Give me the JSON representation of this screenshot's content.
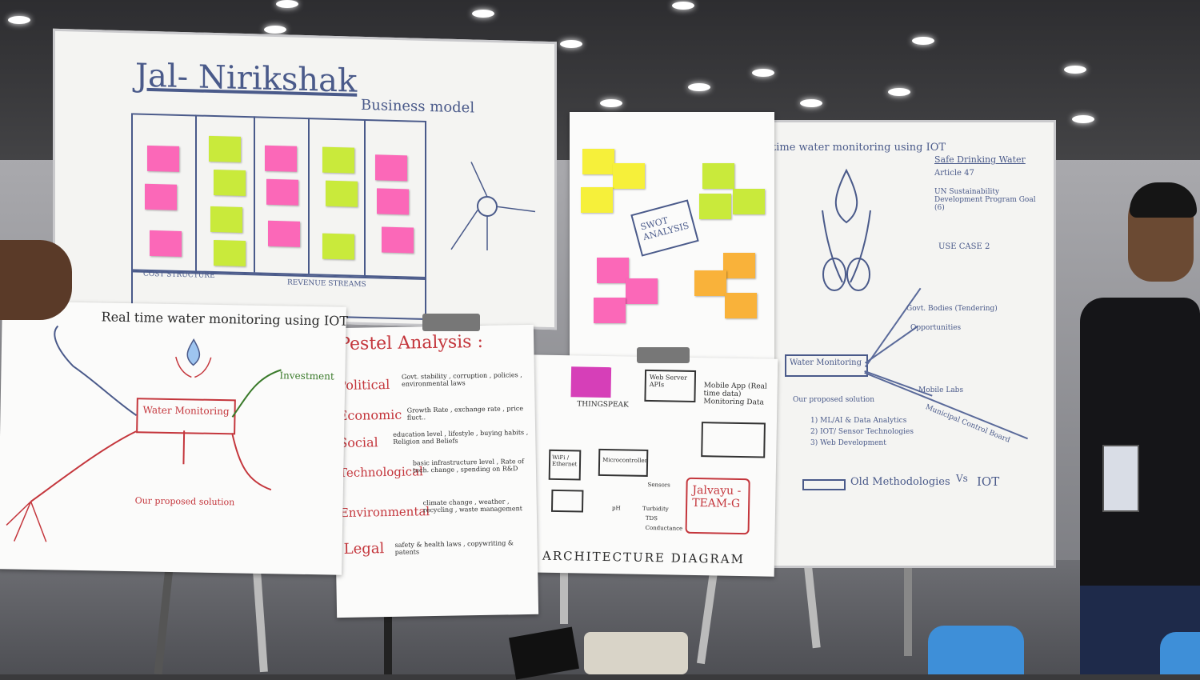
{
  "boards": {
    "business_model": {
      "title": "Jal- Nirikshak",
      "subtitle": "Business model",
      "cost_structure": "COST STRUCTURE",
      "revenue_streams": "REVENUE STREAMS"
    },
    "mindmap": {
      "title": "Real time water monitoring using IOT",
      "center": "Water Monitoring",
      "our_solution": "Our proposed solution",
      "investment": "Investment"
    },
    "pestel": {
      "title": "Pestel Analysis :",
      "rows": [
        {
          "label": "Political",
          "text": "Govt. stability , corruption , policies , environmental laws"
        },
        {
          "label": "Economic",
          "text": "Growth Rate , exchange rate , price fluct.."
        },
        {
          "label": "Social",
          "text": "education level , lifestyle , buying habits , Religion and Beliefs"
        },
        {
          "label": "Technological",
          "text": "basic infrastructure level , Rate of tech. change , spending on R&D"
        },
        {
          "label": "Environmental",
          "text": "climate change , weather , recycling , waste management"
        },
        {
          "label": "Legal",
          "text": "safety & health laws , copywriting & patents"
        }
      ]
    },
    "swot": {
      "center": "SWOT ANALYSIS"
    },
    "architecture": {
      "title": "ARCHITECTURE DIAGRAM",
      "thingspeak": "THINGSPEAK",
      "web_server": "Web Server APIs",
      "mobile_app": "Mobile App (Real time data) Monitoring Data",
      "microcontroller": "Microcontroller",
      "wifi": "WiFi / Ethernet",
      "sensors": [
        "Sensors",
        "pH",
        "Turbidity",
        "TDS",
        "Conductance"
      ],
      "team": "Jalvayu - TEAM-G"
    },
    "right_board": {
      "title": "time water monitoring using IOT",
      "safe_water": "Safe Drinking Water",
      "article": "Article 47",
      "un_goal": "UN Sustainability Development Program Goal (6)",
      "use_case": "USE CASE 2",
      "center": "Water Monitoring",
      "branches": [
        "Govt. Bodies (Tendering)",
        "Opportunities",
        "Mobile Labs",
        "Municipal Control Board"
      ],
      "solution_title": "Our proposed solution",
      "solution_items": [
        "1) ML/AI & Data Analytics",
        "2) IOT/ Sensor Technologies",
        "3) Web Development"
      ],
      "compare_left": "Old Methodologies",
      "compare_vs": "Vs",
      "compare_right": "IOT"
    }
  }
}
